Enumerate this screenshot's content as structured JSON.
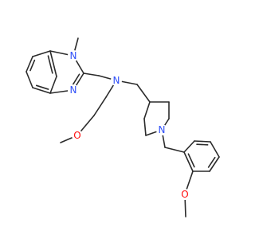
{
  "structure": {
    "atoms": {
      "n_imidazole_methyl": {
        "label": "N",
        "color": "#3050F8"
      },
      "n_imidazole": {
        "label": "N",
        "color": "#3050F8"
      },
      "n_amine": {
        "label": "N",
        "color": "#3050F8"
      },
      "n_piperidine": {
        "label": "N",
        "color": "#3050F8"
      },
      "o_methoxyethyl": {
        "label": "O",
        "color": "#FF0D0D"
      },
      "o_methoxy_aryl": {
        "label": "O",
        "color": "#FF0D0D"
      }
    },
    "bond_color": "#2b2b2b",
    "background": "#ffffff"
  }
}
